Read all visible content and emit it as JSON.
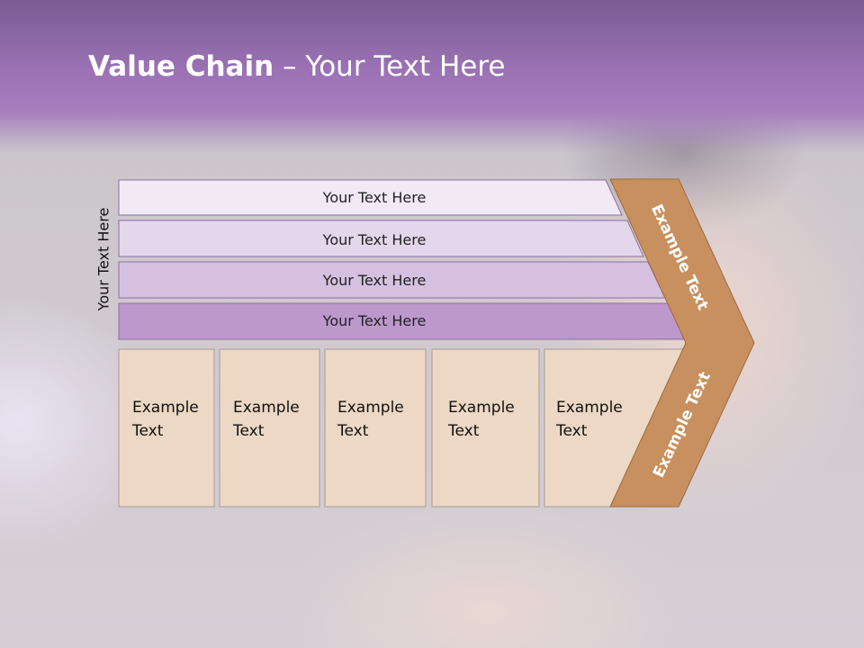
{
  "slide": {
    "title_bold": "Value Chain",
    "title_rest": " – Your Text Here",
    "side_label": "Your Text Here",
    "bars": [
      {
        "label": "Your Text Here",
        "color": "#f1eaf4"
      },
      {
        "label": "Your Text Here",
        "color": "#e4d6eb"
      },
      {
        "label": "Your Text Here",
        "color": "#d6c0e1"
      },
      {
        "label": "Your Text Here",
        "color": "#bd98cd"
      }
    ],
    "columns": [
      {
        "line1": "Example",
        "line2": "Text"
      },
      {
        "line1": "Example",
        "line2": "Text"
      },
      {
        "line1": "Example",
        "line2": "Text"
      },
      {
        "line1": "Example",
        "line2": "Text"
      },
      {
        "line1": "Example",
        "line2": "Text"
      }
    ],
    "chevron": {
      "upper_label": "Example Text",
      "lower_label": "Example Text",
      "color": "#c8905e"
    },
    "column_color": "#ecd8c4"
  }
}
